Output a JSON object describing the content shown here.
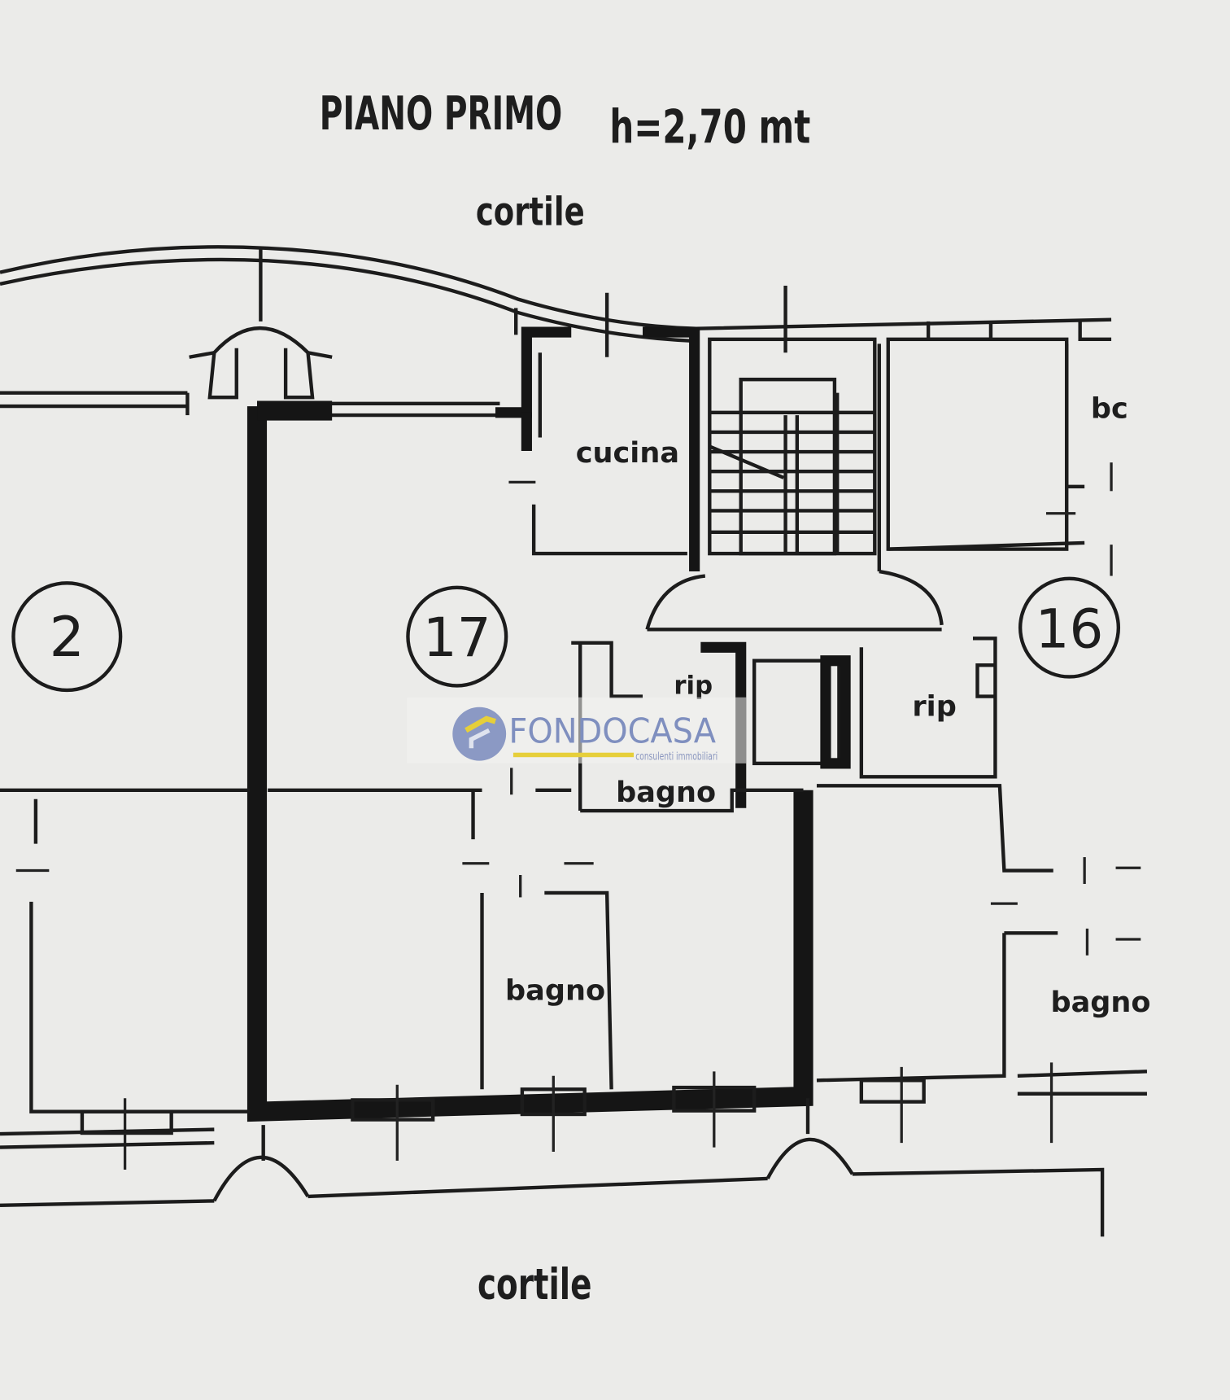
{
  "header": {
    "title": "PIANO PRIMO",
    "height_label": "h=2,70 mt"
  },
  "labels": {
    "courtyard_top": "cortile",
    "courtyard_bottom": "cortile",
    "kitchen": "cucina",
    "bathroom_center": "bagno",
    "bathroom_main": "bagno",
    "bathroom_right": "bagno",
    "storage_left": "rip",
    "storage_right": "rip",
    "partial_right": "bc"
  },
  "units": [
    {
      "number": "2"
    },
    {
      "number": "17"
    },
    {
      "number": "16"
    }
  ],
  "watermark": {
    "brand": "FONDOCASA",
    "tagline": "consulenti immobiliari",
    "colors": {
      "logo": "#7f8fbf",
      "accent": "#e6cf3a"
    }
  }
}
